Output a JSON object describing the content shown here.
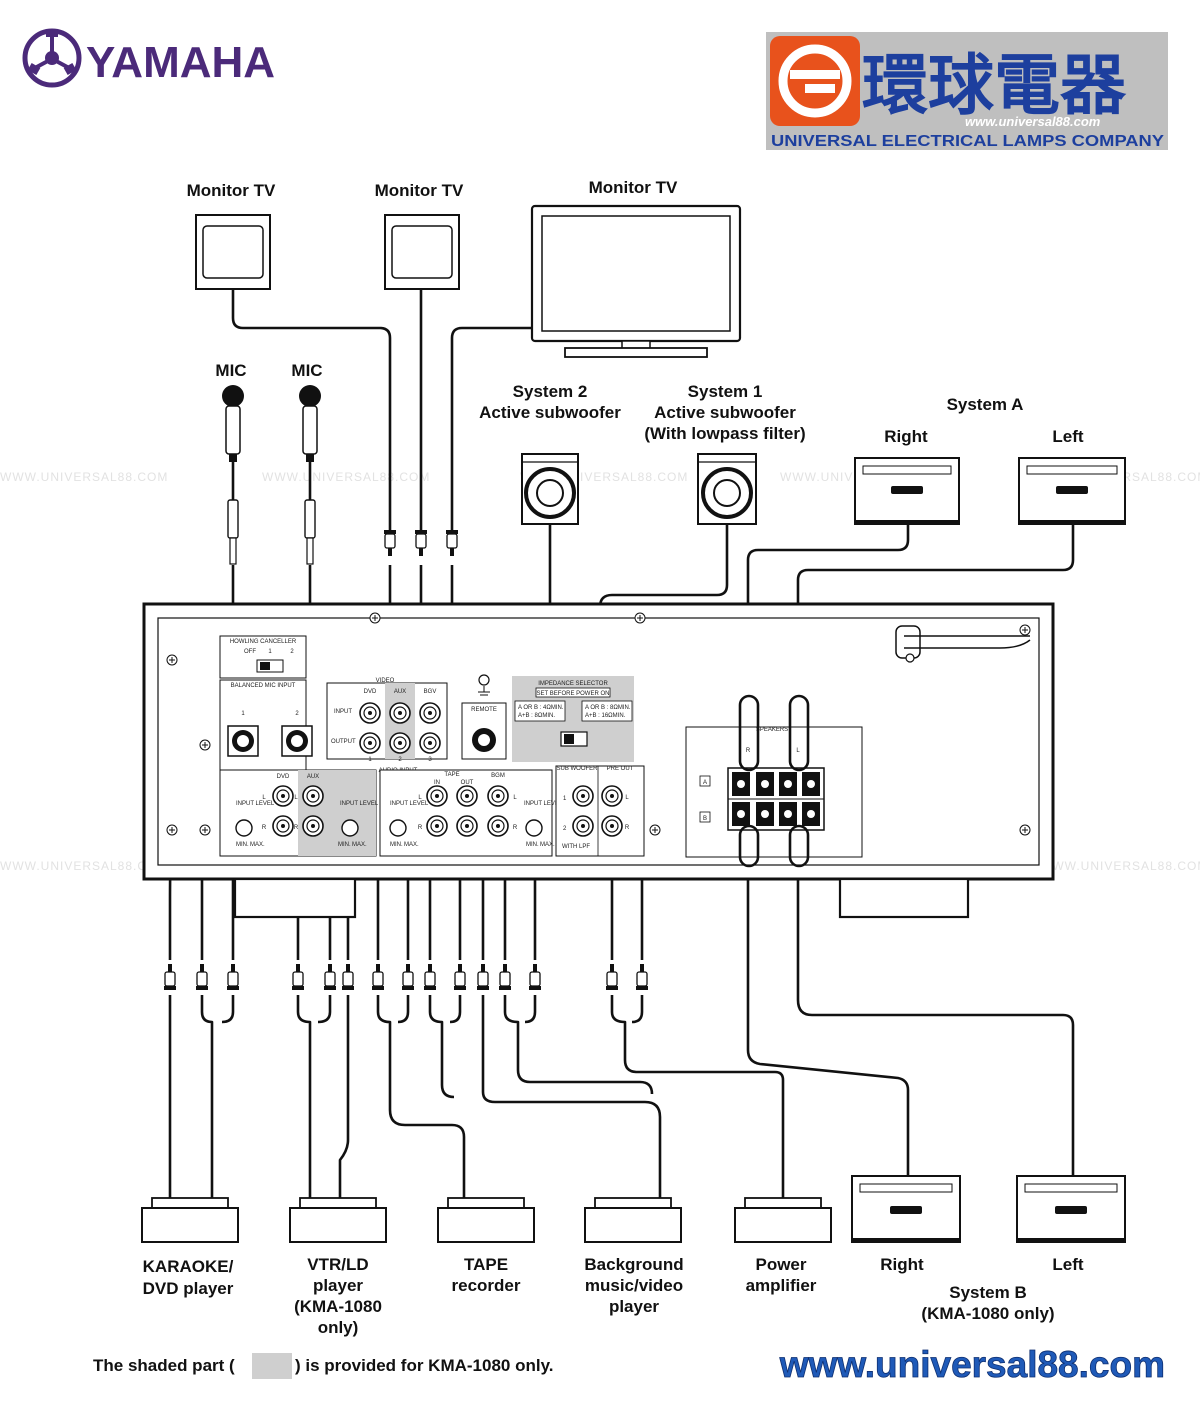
{
  "header": {
    "brand": "YAMAHA",
    "company_chinese": "環球電器",
    "company_url_small": "www.universal88.com",
    "company_english": "UNIVERSAL ELECTRICAL LAMPS COMPANY"
  },
  "watermark": "WWW.UNIVERSAL88.COM",
  "top_devices": {
    "monitor_tv_1": "Monitor TV",
    "monitor_tv_2": "Monitor TV",
    "monitor_tv_3": "Monitor TV",
    "mic_1": "MIC",
    "mic_2": "MIC",
    "subwoofer_2_line1": "System 2",
    "subwoofer_2_line2": "Active subwoofer",
    "subwoofer_1_line1": "System 1",
    "subwoofer_1_line2": "Active subwoofer",
    "subwoofer_1_line3": "(With lowpass filter)",
    "system_a": "System A",
    "system_a_right": "Right",
    "system_a_left": "Left"
  },
  "panel": {
    "howling_canceller": "HOWLING CANCELLER",
    "off": "OFF",
    "pos1": "1",
    "pos2": "2",
    "balanced_mic_input": "BALANCED MIC INPUT",
    "mic_jack_1": "1",
    "mic_jack_2": "2",
    "video": "VIDEO",
    "dvd": "DVD",
    "aux": "AUX",
    "bgv": "BGV",
    "input": "INPUT",
    "output": "OUTPUT",
    "out1": "1",
    "out2": "2",
    "out3": "3",
    "remote": "REMOTE",
    "impedance_selector": "IMPEDANCE SELECTOR",
    "set_before_power": "SET BEFORE POWER ON",
    "imp_left_1": "A OR B : 4ΩMIN.",
    "imp_left_2": "A+B : 8ΩMIN.",
    "imp_right_1": "A OR B : 8ΩMIN.",
    "imp_right_2": "A+B : 16ΩMIN.",
    "speakers": "SPEAKERS",
    "spk_r": "R",
    "spk_l": "L",
    "spk_a": "A",
    "spk_b": "B",
    "audio_input": "AUDIO INPUT",
    "ai_dvd": "DVD",
    "ai_aux": "AUX",
    "input_level": "INPUT LEVEL",
    "min": "MIN.",
    "max": "MAX.",
    "tape": "TAPE",
    "tape_in": "IN",
    "tape_out": "OUT",
    "bgm": "BGM",
    "sub_woofer": "SUB WOOFER",
    "pre_out": "PRE OUT",
    "with_lpf": "WITH LPF",
    "jack_l": "L",
    "jack_r": "R",
    "sw1": "1",
    "sw2": "2"
  },
  "bottom_devices": {
    "karaoke_line1": "KARAOKE/",
    "karaoke_line2": "DVD player",
    "vtr_line1": "VTR/LD",
    "vtr_line2": "player",
    "vtr_line3": "(KMA-1080",
    "vtr_line4": "only)",
    "tape_line1": "TAPE",
    "tape_line2": "recorder",
    "bg_line1": "Background",
    "bg_line2": "music/video",
    "bg_line3": "player",
    "power_line1": "Power",
    "power_line2": "amplifier",
    "system_b_right": "Right",
    "system_b_left": "Left",
    "system_b_line1": "System B",
    "system_b_line2": "(KMA-1080 only)"
  },
  "footer": {
    "note_before": "The shaded part (",
    "note_after": ") is provided for KMA-1080 only.",
    "website": "www.universal88.com"
  },
  "colors": {
    "brand_purple": "#4b2a7a",
    "company_blue": "#1d3f9e",
    "company_orange": "#e8521c",
    "website_blue": "#1f5ab8",
    "shade_gray": "#cfcfcf"
  }
}
